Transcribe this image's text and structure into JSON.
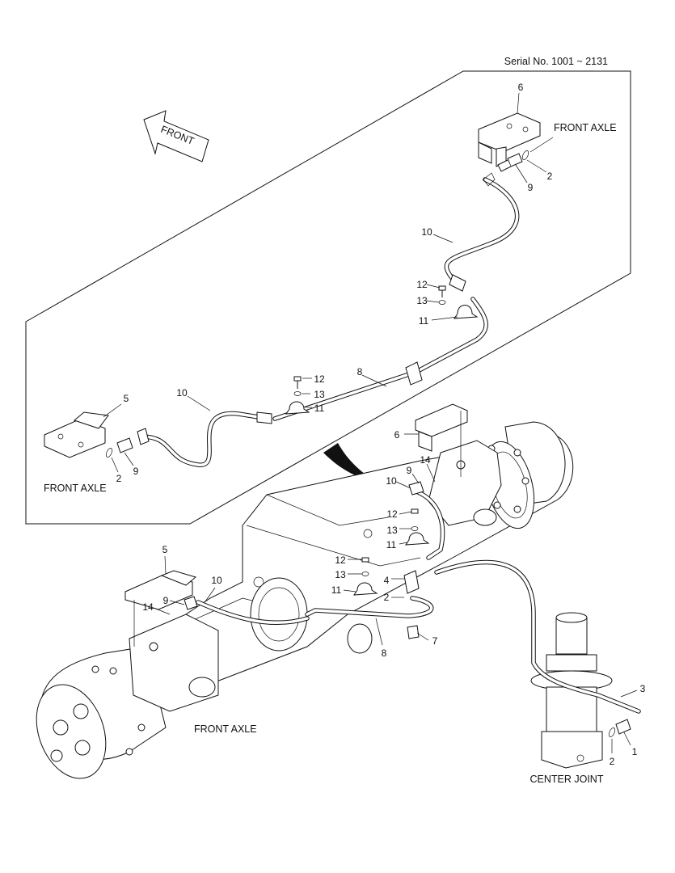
{
  "serial": "Serial No. 1001 ~ 2131",
  "arrow_text": "FRONT",
  "captions": {
    "front_axle_top": "FRONT AXLE",
    "front_axle_left": "FRONT AXLE",
    "front_axle_bottom": "FRONT AXLE",
    "center_joint": "CENTER JOINT"
  },
  "callouts": {
    "c6_top": "6",
    "c2_top": "2",
    "c9_top": "9",
    "c10_top": "10",
    "c12_top": "12",
    "c13_top": "13",
    "c11_top": "11",
    "c8_top": "8",
    "c12_mid": "12",
    "c13_mid": "13",
    "c11_mid": "11",
    "c10_left": "10",
    "c5_left": "5",
    "c2_left": "2",
    "c9_left": "9",
    "c6_bot": "6",
    "c14_bot": "14",
    "c9_bot": "9",
    "c10_bot": "10",
    "c12_bot": "12",
    "c13_bot": "13",
    "c11_bot": "11",
    "c12_b2": "12",
    "c13_b2": "13",
    "c11_b2": "11",
    "c4_bot": "4",
    "c2_bot": "2",
    "c7_bot": "7",
    "c8_bot": "8",
    "c5_bot": "5",
    "c10_b2": "10",
    "c14_b2": "14",
    "c9_b2": "9",
    "c3_cj": "3",
    "c1_cj": "1",
    "c2_cj": "2"
  }
}
